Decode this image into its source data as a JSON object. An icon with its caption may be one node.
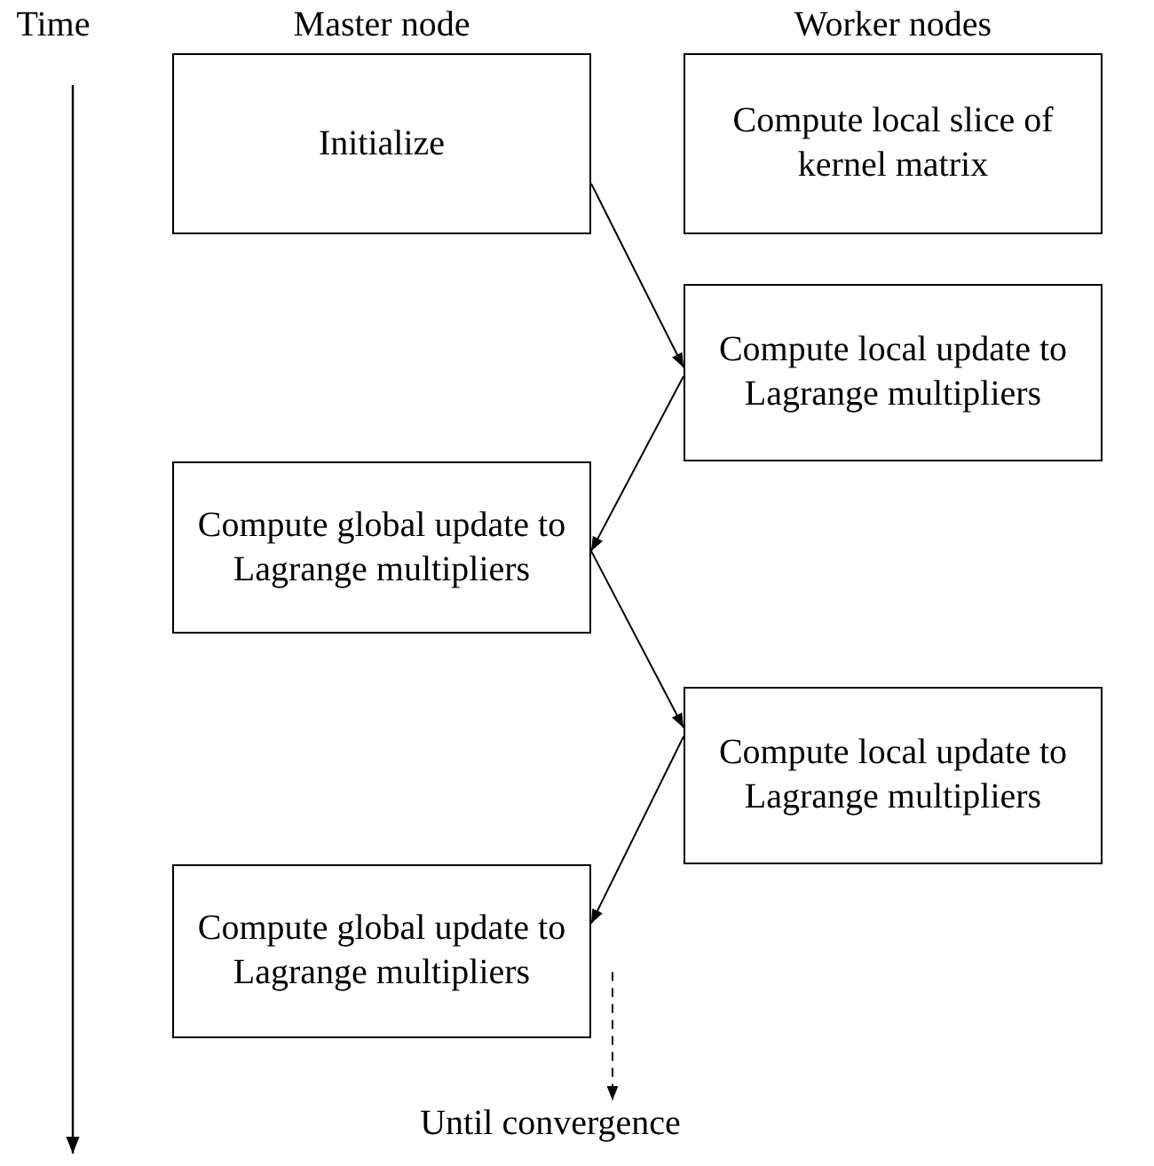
{
  "diagram": {
    "nodes": [
      {
        "text": [
          "Initialize"
        ]
      },
      {
        "text": [
          "Compute local slice of kernel matrix"
        ]
      },
      {
        "text": [
          "Compute local update to Lagrange multipliers"
        ]
      },
      {
        "text": [
          "Compute global update to Lagrange multipliers"
        ]
      },
      {
        "text": [
          "Compute local update to Lagrange multipliers"
        ]
      },
      {
        "text": [
          "Compute global update to Lagrange multipliers"
        ]
      },
      {
        "text": [
          "Until convergence"
        ]
      }
    ],
    "edges": [
      {
        "from": 0,
        "to": 2,
        "arrow": "to"
      },
      {
        "from": 2,
        "to": 3,
        "arrow": "to"
      },
      {
        "from": 3,
        "to": 4,
        "arrow": "to"
      },
      {
        "from": 4,
        "to": 5,
        "arrow": "to"
      },
      {
        "from": 5,
        "to": 6,
        "arrow": "to",
        "style": "dashed"
      }
    ],
    "labels": [
      "Time",
      "Master node",
      "Worker nodes"
    ]
  }
}
